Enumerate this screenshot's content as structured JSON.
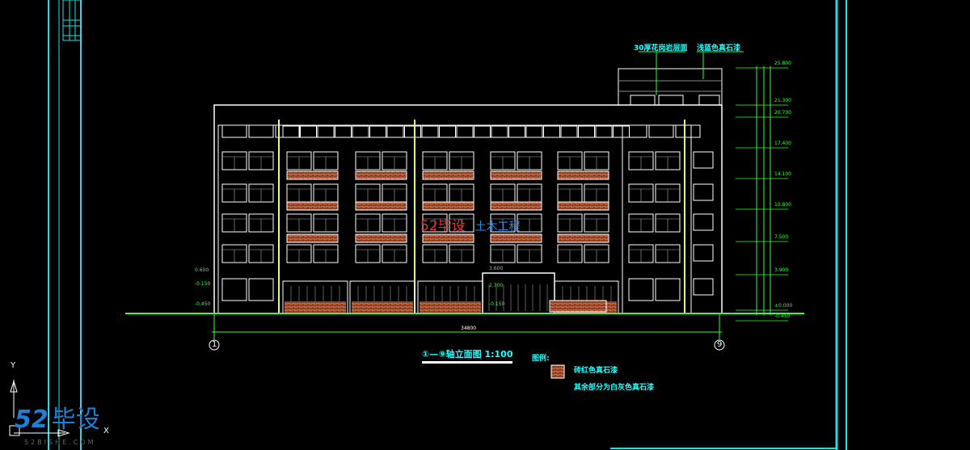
{
  "drawing": {
    "title": "①—⑨轴立面图  1:100",
    "legend_label": "图例:",
    "legend_items": [
      "砖红色真石漆",
      "其余部分为白灰色真石漆"
    ],
    "top_callouts": [
      "30厚花岗岩层面",
      "浅蓝色真石漆"
    ],
    "overall_dimension": "34800",
    "axis_start": "1",
    "axis_end": "9",
    "elevations": [
      "25.800",
      "21.300",
      "20.700",
      "17.400",
      "14.100",
      "10.800",
      "7.500",
      "3.900",
      "±0.000",
      "-0.450"
    ],
    "left_elevations": [
      "0.600",
      "-0.150",
      "-0.450"
    ],
    "door_elevations": [
      "3.600",
      "2.700",
      "-0.150"
    ],
    "floors": 5
  },
  "ucs": {
    "y_label": "Y",
    "x_label": "X"
  },
  "watermark": {
    "main": "52",
    "cn": "毕设",
    "url": "52BISHE.COM",
    "center_red": "52毕设",
    "center_blue": "土木工程"
  },
  "colors": {
    "cyan": "#22e0e0",
    "green": "#33ff33",
    "brick": "#c8643c",
    "white": "#ffffff"
  }
}
